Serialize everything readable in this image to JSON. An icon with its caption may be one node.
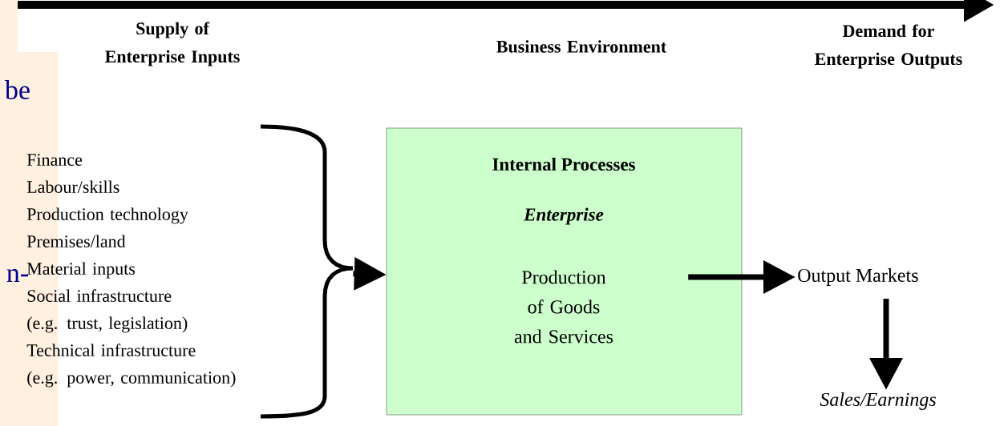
{
  "diagram": {
    "nodes": [
      {
        "text": [
          "Finance",
          "Labour/skills",
          "Production technology",
          "Premises/land",
          "Material inputs",
          "Social infrastructure",
          "(e.g. trust, legislation)",
          "Technical infrastructure",
          "(e.g. power, communication)"
        ]
      },
      {
        "text": [
          "Internal Processes",
          "Enterprise",
          "Production of Goods and Services"
        ]
      },
      {
        "text": [
          "Output Markets"
        ]
      },
      {
        "text": [
          "Sales/Earnings"
        ]
      }
    ],
    "edges": [
      {
        "from": 0,
        "to": 1,
        "arrow": "to"
      },
      {
        "from": 1,
        "to": 2,
        "arrow": "to"
      },
      {
        "from": 2,
        "to": 3,
        "arrow": "to"
      }
    ],
    "labels": [
      "Supply of Enterprise Inputs",
      "Business Environment",
      "Demand for Enterprise Outputs",
      "be",
      "n-"
    ]
  }
}
